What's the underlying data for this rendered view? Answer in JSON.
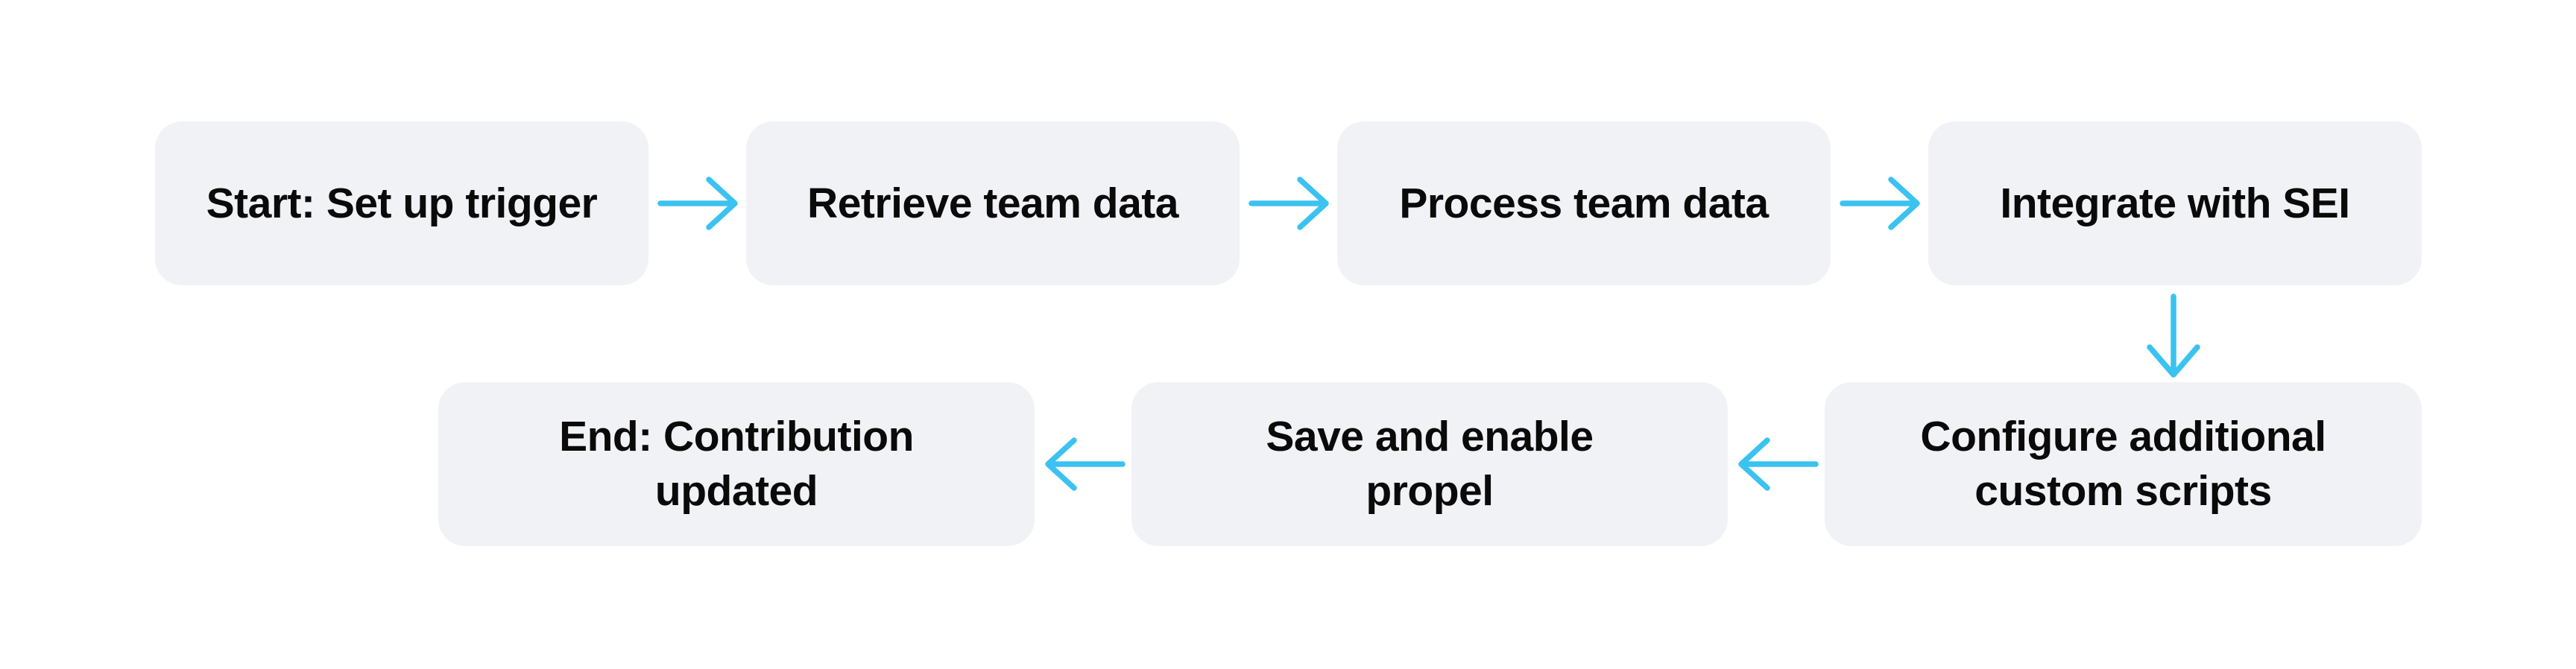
{
  "diagram": {
    "type": "flowchart",
    "background": "#ffffff",
    "node_fill": "#f1f2f6",
    "text_color": "#0a0a0a",
    "arrow_color": "#3bc2f0",
    "nodes": [
      {
        "id": "start",
        "label": "Start: Set up trigger"
      },
      {
        "id": "retrieve",
        "label": "Retrieve team data"
      },
      {
        "id": "process",
        "label": "Process team data"
      },
      {
        "id": "integrate",
        "label": "Integrate with SEI"
      },
      {
        "id": "configure",
        "label": "Configure additional\ncustom scripts"
      },
      {
        "id": "save",
        "label": "Save and enable\npropel"
      },
      {
        "id": "end",
        "label": "End: Contribution\nupdated"
      }
    ],
    "edges": [
      {
        "from": "start",
        "to": "retrieve",
        "direction": "right"
      },
      {
        "from": "retrieve",
        "to": "process",
        "direction": "right"
      },
      {
        "from": "process",
        "to": "integrate",
        "direction": "right"
      },
      {
        "from": "integrate",
        "to": "configure",
        "direction": "down"
      },
      {
        "from": "configure",
        "to": "save",
        "direction": "left"
      },
      {
        "from": "save",
        "to": "end",
        "direction": "left"
      }
    ]
  }
}
